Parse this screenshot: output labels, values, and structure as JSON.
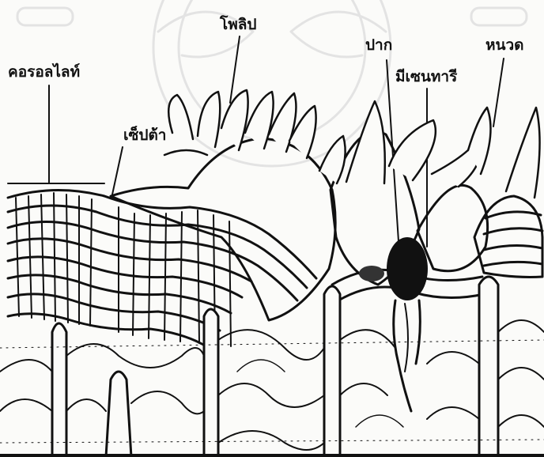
{
  "labels": {
    "corallite": "คอรอลไลท์",
    "septa": "เซ็ปต้า",
    "polyp": "โพลิป",
    "mouth": "ปาก",
    "mesentery": "มีเซนทารี",
    "tentacle": "หนวด"
  },
  "colors": {
    "ink": "#111111",
    "paper": "#fbfbf9",
    "watermark": "#e3e3e3"
  }
}
